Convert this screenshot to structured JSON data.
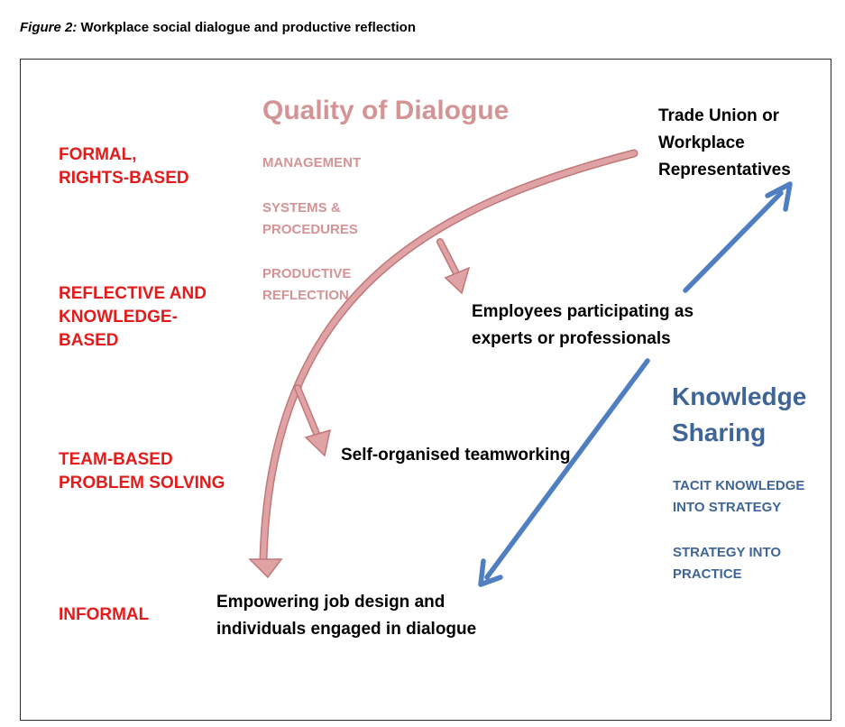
{
  "caption": {
    "label": "Figure 2:",
    "text": " Workplace social dialogue and productive reflection"
  },
  "levels": [
    {
      "line1": "FORMAL,",
      "line2": "RIGHTS-BASED",
      "line3": ""
    },
    {
      "line1": "REFLECTIVE AND",
      "line2": "KNOWLEDGE-",
      "line3": "BASED"
    },
    {
      "line1": "TEAM-BASED",
      "line2": "PROBLEM SOLVING",
      "line3": ""
    },
    {
      "line1": "INFORMAL",
      "line2": "",
      "line3": ""
    }
  ],
  "quality": {
    "title": "Quality of Dialogue",
    "items": [
      {
        "line1": "MANAGEMENT",
        "line2": ""
      },
      {
        "line1": "SYSTEMS &",
        "line2": "PROCEDURES"
      },
      {
        "line1": "PRODUCTIVE",
        "line2": "REFLECTION"
      }
    ],
    "color": "#d49495"
  },
  "knowledge": {
    "title_line1": "Knowledge",
    "title_line2": "Sharing",
    "items": [
      {
        "line1": "TACIT KNOWLEDGE",
        "line2": "INTO STRATEGY"
      },
      {
        "line1": "STRATEGY INTO",
        "line2": "PRACTICE"
      }
    ],
    "color": "#3f6597"
  },
  "nodes": {
    "trade_union": {
      "line1": "Trade Union or",
      "line2": "Workplace",
      "line3": "Representatives"
    },
    "employees": {
      "line1": "Employees participating as",
      "line2": "experts or professionals"
    },
    "teamworking": {
      "line1": "Self-organised teamworking"
    },
    "empowering": {
      "line1": "Empowering job design and",
      "line2": "individuals engaged in dialogue"
    }
  },
  "colors": {
    "level_red": "#e31b1b",
    "pink_arrow_fill": "#e0a3a5",
    "pink_arrow_stroke": "#c17778",
    "blue_arrow": "#4f7fc0"
  }
}
